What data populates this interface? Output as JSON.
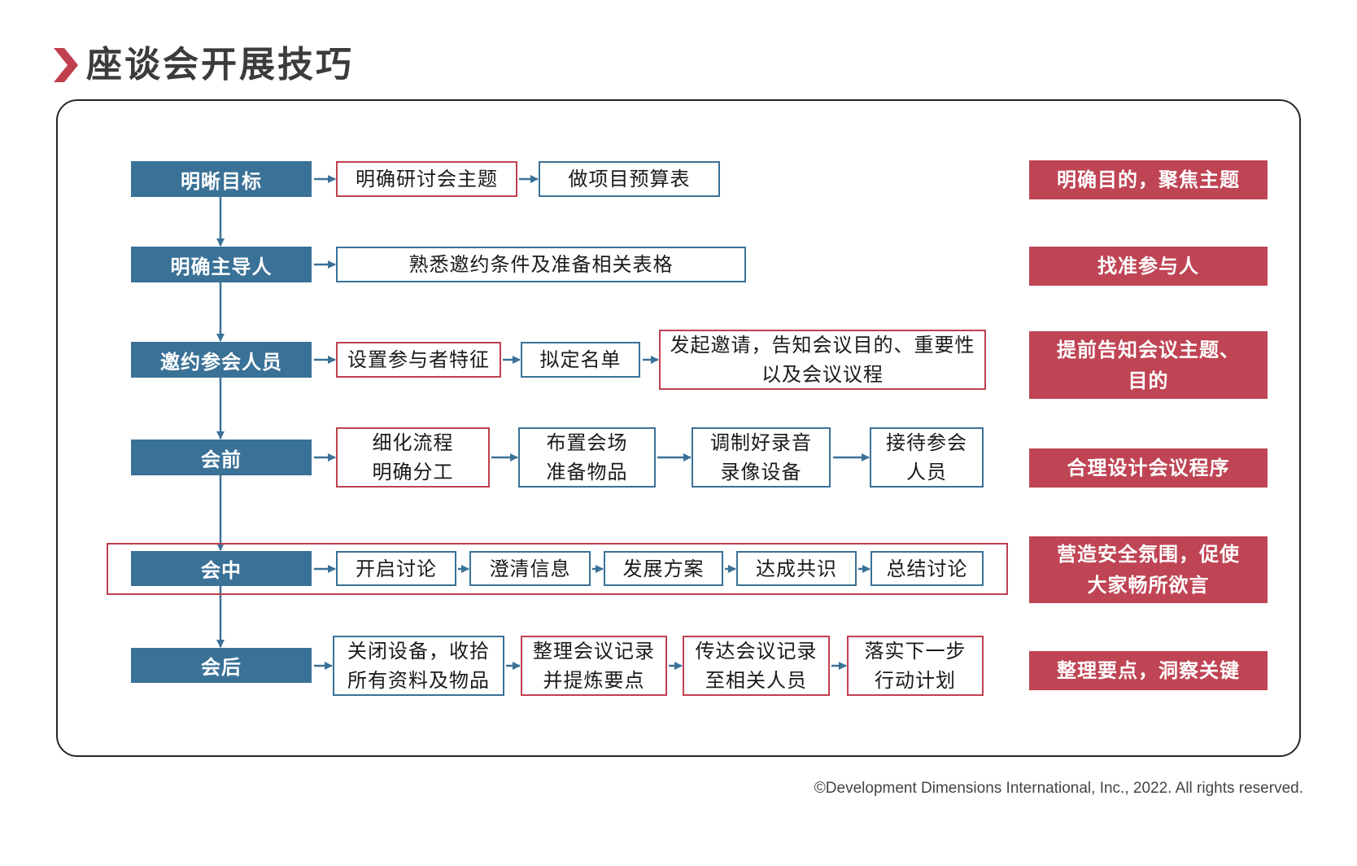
{
  "title": "座谈会开展技巧",
  "colors": {
    "blue": "#3a7197",
    "red": "#bf4454",
    "red_border": "#c0404f",
    "title": "#3b3b3b",
    "title_arrow": "#c0404f"
  },
  "rows": [
    {
      "stage": "明晰目标",
      "steps": [
        [
          "明确研讨会主题"
        ],
        [
          "做项目预算表"
        ]
      ],
      "summary": [
        "明确目的，聚焦主题"
      ]
    },
    {
      "stage": "明确主导人",
      "steps": [
        [
          "熟悉邀约条件及准备相关表格"
        ]
      ],
      "summary": [
        "找准参与人"
      ]
    },
    {
      "stage": "邀约参会人员",
      "steps": [
        [
          "设置参与者特征"
        ],
        [
          "拟定名单"
        ],
        [
          "发起邀请，告知会议目的、重要性",
          "以及会议议程"
        ]
      ],
      "summary": [
        "提前告知会议主题、",
        "目的"
      ]
    },
    {
      "stage": "会前",
      "steps": [
        [
          "细化流程",
          "明确分工"
        ],
        [
          "布置会场",
          "准备物品"
        ],
        [
          "调制好录音",
          "录像设备"
        ],
        [
          "接待参会",
          "人员"
        ]
      ],
      "summary": [
        "合理设计会议程序"
      ]
    },
    {
      "stage": "会中",
      "steps": [
        [
          "开启讨论"
        ],
        [
          "澄清信息"
        ],
        [
          "发展方案"
        ],
        [
          "达成共识"
        ],
        [
          "总结讨论"
        ]
      ],
      "summary": [
        "营造安全氛围，促使",
        "大家畅所欲言"
      ]
    },
    {
      "stage": "会后",
      "steps": [
        [
          "关闭设备，收拾",
          "所有资料及物品"
        ],
        [
          "整理会议记录",
          "并提炼要点"
        ],
        [
          "传达会议记录",
          "至相关人员"
        ],
        [
          "落实下一步",
          "行动计划"
        ]
      ],
      "summary": [
        "整理要点，洞察关键"
      ]
    }
  ],
  "footer": "©Development Dimensions International, Inc., 2022. All rights reserved."
}
